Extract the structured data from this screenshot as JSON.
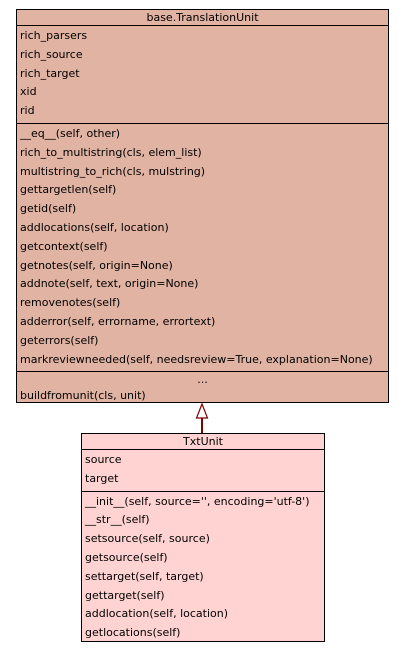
{
  "colors": {
    "base_fill": "#e1b3a3",
    "derived_fill": "#fed3d2",
    "arrow": "#7f0000"
  },
  "base_class": {
    "name": "base.TranslationUnit",
    "attributes": [
      "rich_parsers",
      "rich_source",
      "rich_target",
      "xid",
      "rid"
    ],
    "methods": [
      "__eq__(self, other)",
      "rich_to_multistring(cls, elem_list)",
      "multistring_to_rich(cls, mulstring)",
      "gettargetlen(self)",
      "getid(self)",
      "addlocations(self, location)",
      "getcontext(self)",
      "getnotes(self, origin=None)",
      "addnote(self, text, origin=None)",
      "removenotes(self)",
      "adderror(self, errorname, errortext)",
      "geterrors(self)",
      "markreviewneeded(self, needsreview=True, explanation=None)"
    ],
    "ellipsis": "...",
    "extra_methods": [
      "buildfromunit(cls, unit)"
    ]
  },
  "derived_class": {
    "name": "TxtUnit",
    "attributes": [
      "source",
      "target"
    ],
    "methods": [
      "__init__(self, source='', encoding='utf-8')",
      "__str__(self)",
      "setsource(self, source)",
      "getsource(self)",
      "settarget(self, target)",
      "gettarget(self)",
      "addlocation(self, location)",
      "getlocations(self)"
    ]
  }
}
